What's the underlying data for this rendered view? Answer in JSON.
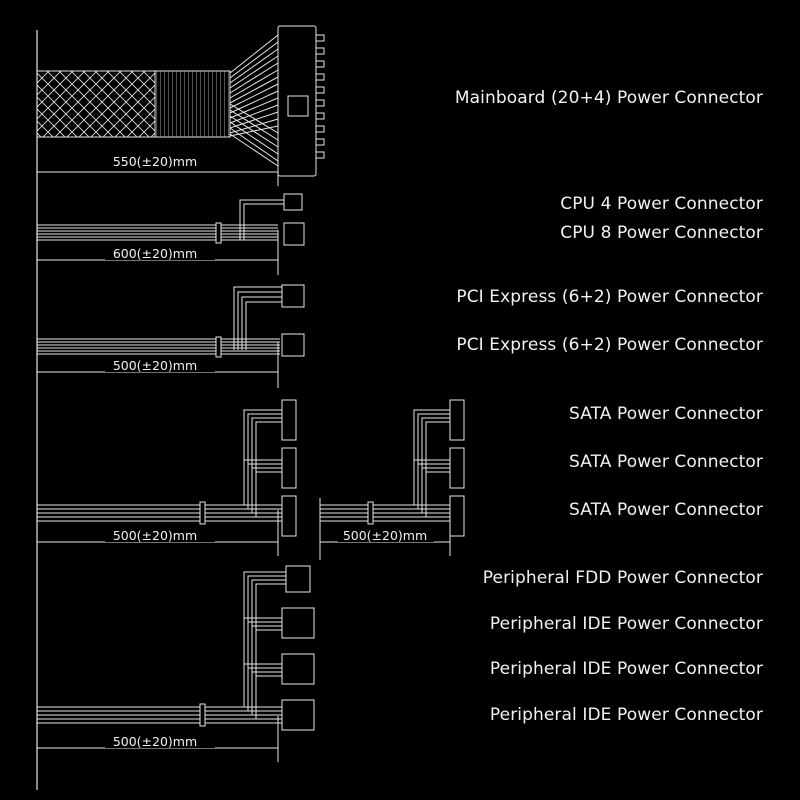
{
  "labels": {
    "mainboard": "Mainboard (20+4) Power Connector",
    "cpu4": "CPU 4 Power Connector",
    "cpu8": "CPU 8 Power Connector",
    "pcie_1": "PCI Express (6+2) Power Connector",
    "pcie_2": "PCI Express (6+2) Power Connector",
    "sata_1": "SATA Power Connector",
    "sata_2": "SATA Power Connector",
    "sata_3": "SATA Power Connector",
    "fdd": "Peripheral FDD Power Connector",
    "ide_1": "Peripheral IDE Power Connector",
    "ide_2": "Peripheral IDE Power Connector",
    "ide_3": "Peripheral IDE Power Connector"
  },
  "dimensions": {
    "mainboard": "550(±20)mm",
    "cpu": "600(±20)mm",
    "pcie": "500(±20)mm",
    "sata_main": "500(±20)mm",
    "sata_ext": "500(±20)mm",
    "peripheral": "500(±20)mm"
  },
  "colors": {
    "background": "#000000",
    "line": "#e6e6e6",
    "text": "#f2f2f2"
  }
}
